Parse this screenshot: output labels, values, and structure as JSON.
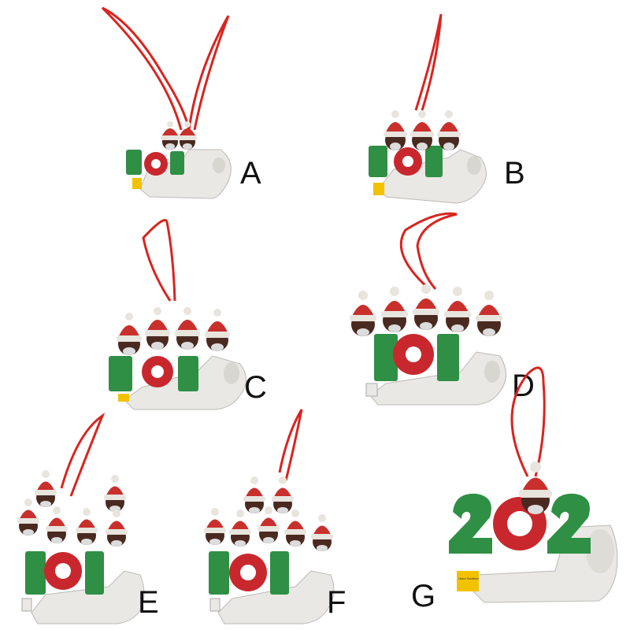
{
  "colors": {
    "ribbon": "#d9241f",
    "hat": "#c9302c",
    "hat_trim": "#e8e4de",
    "face": "#4a2a20",
    "mask": "#dcdcdc",
    "green": "#2f8f45",
    "red": "#c8282d",
    "roll": "#e9e8e4",
    "sanitizer": "#f2c200"
  },
  "labels": [
    "A",
    "B",
    "C",
    "D",
    "E",
    "F",
    "G"
  ],
  "sanitizer_text": "Hand Sanitizer"
}
